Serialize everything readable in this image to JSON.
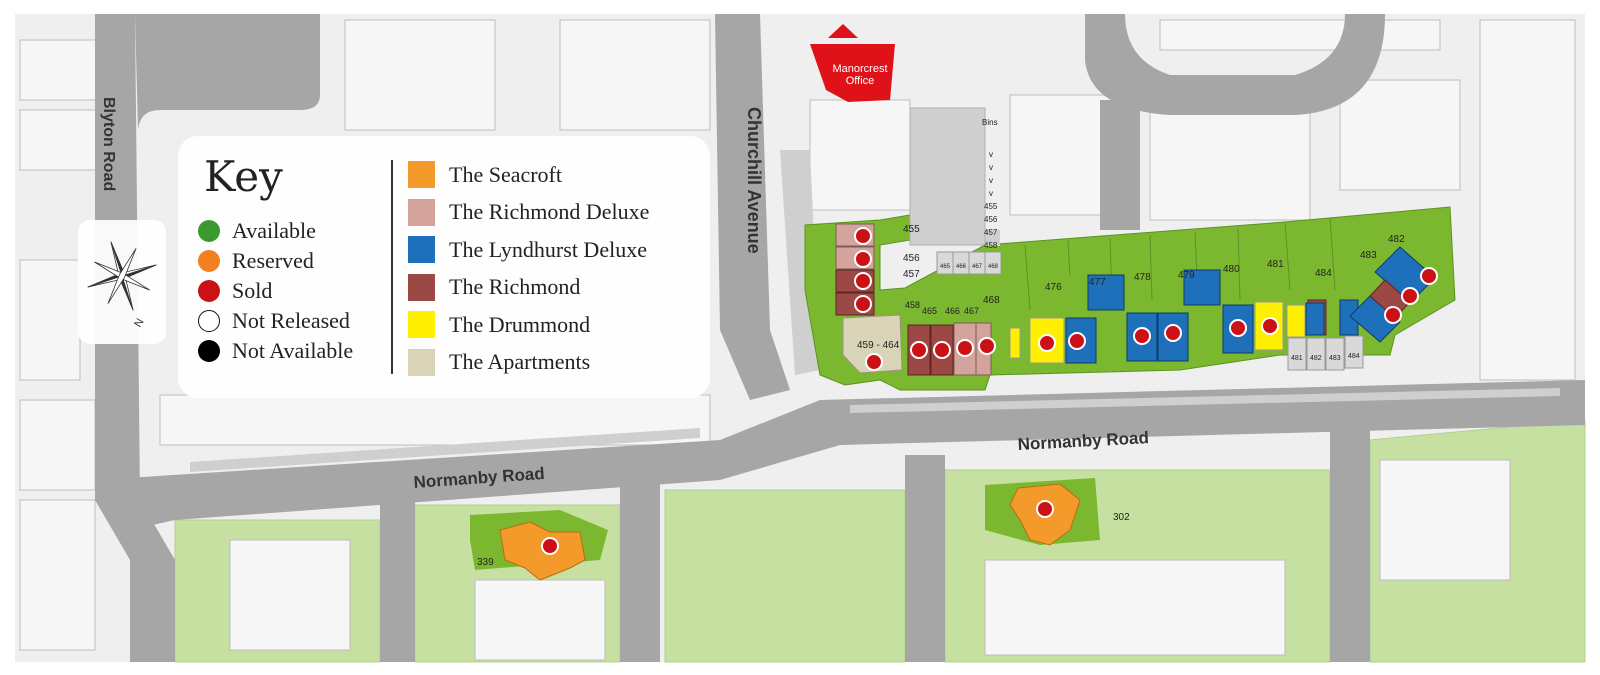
{
  "roads": {
    "blyton": "Blyton Road",
    "churchill": "Churchill Avenue",
    "normanby_left": "Normanby Road",
    "normanby_right": "Normanby Road"
  },
  "office": {
    "line1": "Manorcrest",
    "line2": "Office"
  },
  "bins_label": "Bins",
  "plots": {
    "p455": "455",
    "p456": "456",
    "p457": "457",
    "p458": "458",
    "p465": "465",
    "p466": "466",
    "p467": "467",
    "p468": "468",
    "p459_464": "459 - 464",
    "p476": "476",
    "p477": "477",
    "p478": "478",
    "p479": "479",
    "p480": "480",
    "p481": "481",
    "p482": "482",
    "p483": "483",
    "p484": "484",
    "p481b": "481",
    "p482b": "482",
    "p483b": "483",
    "p484b": "484",
    "p339": "339",
    "p302": "302",
    "v1": "v",
    "v2": "v",
    "v3": "v",
    "v4": "v",
    "s455": "455",
    "s456": "456",
    "s457": "457",
    "s458": "458",
    "t465": "465",
    "t466": "466",
    "t467": "467",
    "t468": "468"
  },
  "key": {
    "title": "Key",
    "statuses": [
      {
        "label": "Available",
        "color": "#3a9a2f"
      },
      {
        "label": "Reserved",
        "color": "#f08020"
      },
      {
        "label": "Sold",
        "color": "#cc1116"
      },
      {
        "label": "Not Released",
        "color": "#ffffff"
      },
      {
        "label": "Not Available",
        "color": "#000000"
      }
    ],
    "house_types": [
      {
        "label": "The Seacroft",
        "color": "#f39a2b"
      },
      {
        "label": "The Richmond Deluxe",
        "color": "#d4a49c"
      },
      {
        "label": "The Lyndhurst Deluxe",
        "color": "#1f70bb"
      },
      {
        "label": "The Richmond",
        "color": "#9c4845"
      },
      {
        "label": "The Drummond",
        "color": "#ffef00"
      },
      {
        "label": "The Apartments",
        "color": "#d9d4b7"
      }
    ]
  },
  "compass_letter": "N",
  "colors": {
    "road": "#a6a6a6",
    "pavement": "#cfcfcf",
    "plot_green": "#7cb82f",
    "light_green": "#c6e0a2",
    "sold": "#cc1116",
    "office": "#e01219"
  }
}
